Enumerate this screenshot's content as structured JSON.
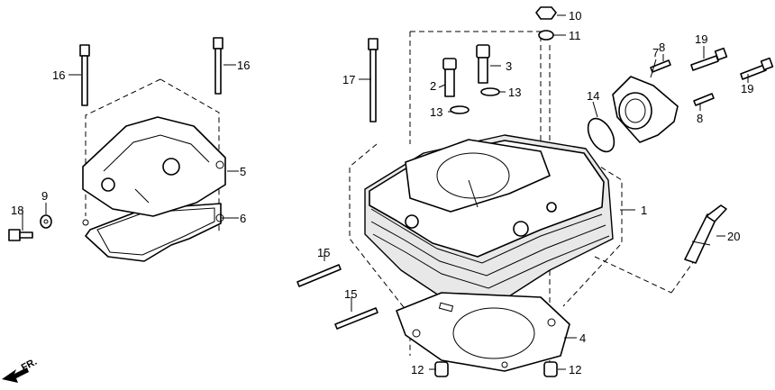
{
  "callouts": {
    "c1": "1",
    "c2": "2",
    "c3": "3",
    "c4": "4",
    "c5": "5",
    "c6": "6",
    "c7": "7",
    "c8a": "8",
    "c8b": "8",
    "c9": "9",
    "c10": "10",
    "c11": "11",
    "c12a": "12",
    "c12b": "12",
    "c13a": "13",
    "c13b": "13",
    "c14": "14",
    "c15a": "15",
    "c15b": "15",
    "c16a": "16",
    "c16b": "16",
    "c17": "17",
    "c18": "18",
    "c19a": "19",
    "c19b": "19",
    "c20": "20"
  },
  "direction_marker": "FR.",
  "icons": {
    "direction": "front-direction-arrow-icon"
  }
}
